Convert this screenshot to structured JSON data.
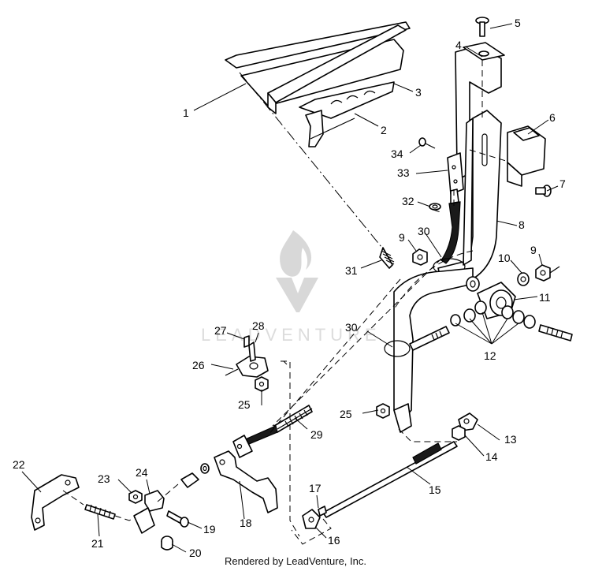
{
  "watermark": {
    "text": "LEADVENTURE"
  },
  "callouts": [
    {
      "id": "c1",
      "label": "1"
    },
    {
      "id": "c2",
      "label": "2"
    },
    {
      "id": "c3",
      "label": "3"
    },
    {
      "id": "c4",
      "label": "4"
    },
    {
      "id": "c5",
      "label": "5"
    },
    {
      "id": "c6",
      "label": "6"
    },
    {
      "id": "c7",
      "label": "7"
    },
    {
      "id": "c8",
      "label": "8"
    },
    {
      "id": "c9a",
      "label": "9"
    },
    {
      "id": "c9b",
      "label": "9"
    },
    {
      "id": "c10",
      "label": "10"
    },
    {
      "id": "c11",
      "label": "11"
    },
    {
      "id": "c12",
      "label": "12"
    },
    {
      "id": "c13",
      "label": "13"
    },
    {
      "id": "c14",
      "label": "14"
    },
    {
      "id": "c15",
      "label": "15"
    },
    {
      "id": "c16",
      "label": "16"
    },
    {
      "id": "c17",
      "label": "17"
    },
    {
      "id": "c18",
      "label": "18"
    },
    {
      "id": "c19",
      "label": "19"
    },
    {
      "id": "c20",
      "label": "20"
    },
    {
      "id": "c21",
      "label": "21"
    },
    {
      "id": "c22",
      "label": "22"
    },
    {
      "id": "c23",
      "label": "23"
    },
    {
      "id": "c24",
      "label": "24"
    },
    {
      "id": "c25a",
      "label": "25"
    },
    {
      "id": "c25b",
      "label": "25"
    },
    {
      "id": "c26",
      "label": "26"
    },
    {
      "id": "c27",
      "label": "27"
    },
    {
      "id": "c28",
      "label": "28"
    },
    {
      "id": "c29",
      "label": "29"
    },
    {
      "id": "c30a",
      "label": "30"
    },
    {
      "id": "c30b",
      "label": "30"
    },
    {
      "id": "c31",
      "label": "31"
    },
    {
      "id": "c32",
      "label": "32"
    },
    {
      "id": "c33",
      "label": "33"
    },
    {
      "id": "c34",
      "label": "34"
    }
  ],
  "footer": {
    "text": "Rendered by LeadVenture, Inc."
  }
}
